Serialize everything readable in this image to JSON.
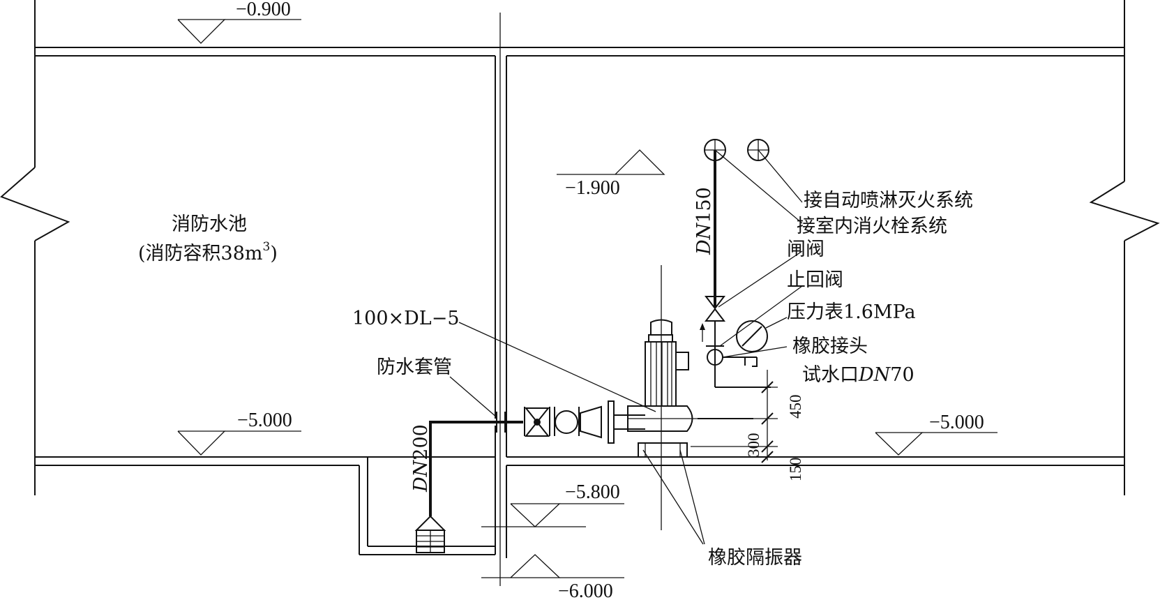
{
  "elevations": {
    "top": "−0.900",
    "mid": "−1.900",
    "left_floor": "−5.000",
    "right_floor": "−5.000",
    "sump_top": "−5.800",
    "sump_bottom": "−6.000"
  },
  "labels": {
    "tank_name": "消防水池",
    "tank_volume_prefix": "(消防容积38m",
    "tank_volume_exp": "3",
    "tank_volume_suffix": ")",
    "pump_spec": "100×DL−5",
    "waterproof_sleeve": "防水套管",
    "sprinkler_connection": "接自动喷淋灭火系统",
    "hydrant_connection": "接室内消火栓系统",
    "gate_valve": "闸阀",
    "check_valve": "止回阀",
    "pressure_gauge": "压力表1.6MPa",
    "rubber_joint": "橡胶接头",
    "test_outlet_prefix": "试水口",
    "test_outlet_dn": "DN",
    "test_outlet_size": "70",
    "rubber_isolator": "橡胶隔振器"
  },
  "pipes": {
    "riser_dn": "DN",
    "riser_size": "150",
    "suction_dn": "DN",
    "suction_size": "200"
  },
  "dimensions": {
    "d450": "450",
    "d300": "300",
    "d150": "150"
  }
}
